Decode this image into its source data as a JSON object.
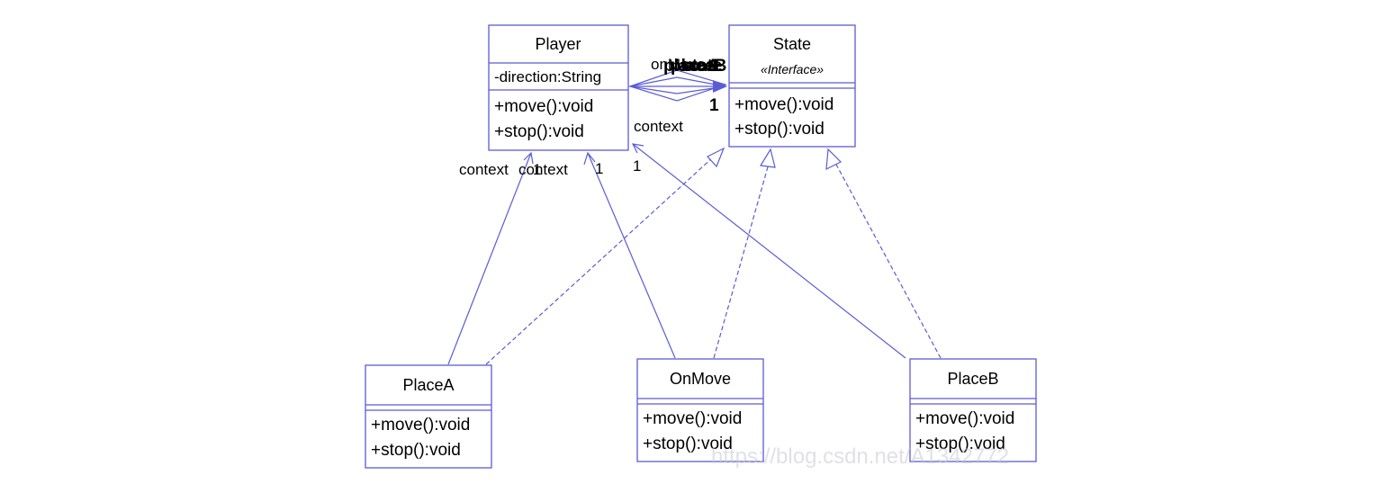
{
  "classes": {
    "player": {
      "name": "Player",
      "attr": "-direction:String",
      "ops": [
        "+move():void",
        "+stop():void"
      ]
    },
    "state": {
      "name": "State",
      "stereotype": "«Interface»",
      "ops": [
        "+move():void",
        "+stop():void"
      ]
    },
    "place_a": {
      "name": "PlaceA",
      "ops": [
        "+move():void",
        "+stop():void"
      ]
    },
    "on_move": {
      "name": "OnMove",
      "ops": [
        "+move():void",
        "+stop():void"
      ]
    },
    "place_b": {
      "name": "PlaceB",
      "ops": [
        "+move():void",
        "+stop():void"
      ]
    }
  },
  "labels": {
    "assoc_roles": [
      "onMove",
      "placeA",
      "placeB",
      "state"
    ],
    "assoc_mult_top": "1",
    "assoc_mult_bottom": "1",
    "context_player_state": "context",
    "context_a": "context",
    "mult_a": "1",
    "context_b": "context",
    "mult_onmove": "1",
    "mult_b": "1"
  },
  "watermark": "https://blog.csdn.net/A1342772",
  "colors": {
    "line": "#5b5bd6",
    "box_fill": "#ffffff"
  }
}
